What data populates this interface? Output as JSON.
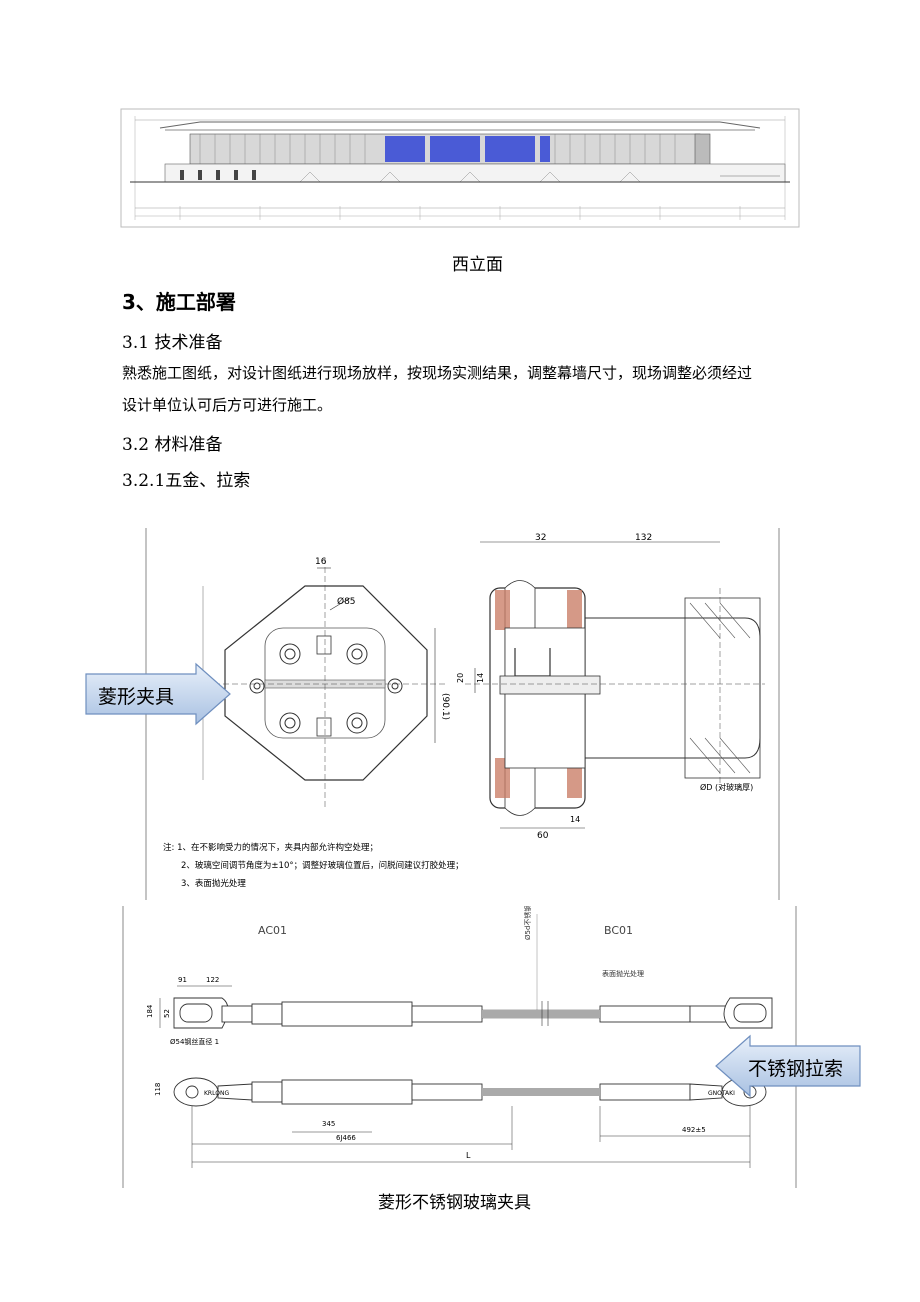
{
  "section1": {
    "caption": "西立面"
  },
  "section3": {
    "heading": "3、施工部署",
    "sub1": "3.1 技术准备",
    "para1_line1": "熟悉施工图纸，对设计图纸进行现场放样，按现场实测结果，调整幕墙尺寸，现场调整必须经过",
    "para1_line2": "设计单位认可后方可进行施工。",
    "sub2": "3.2 材料准备",
    "sub3": "3.2.1五金、拉索"
  },
  "drawing1": {
    "dims": {
      "d16": "16",
      "dia85": "Ø85",
      "d901": "(90.1)",
      "d32": "32",
      "d132": "132",
      "d20": "20",
      "d14a": "14",
      "d60": "60",
      "d14b": "14",
      "od": "ØD  (对玻璃厚)"
    },
    "notes": [
      "注: 1、在不影响受力的情况下，夹具内部允许构空处理；",
      "2、玻璃空间调节角度为±10°；调整好玻璃位置后，问脱间建议打胶处理；",
      "3、表面抛光处理"
    ],
    "callout": "菱形夹具"
  },
  "drawing2": {
    "label_ac": "AC01",
    "label_bc": "BC01",
    "vertical_note": "Ø5d不锈钢拉线1",
    "surface_note": "表面抛光处理",
    "dims": {
      "d91": "91",
      "d122": "122",
      "d184": "184",
      "d52": "52",
      "d_side": "118",
      "d_bolt": "Ø54钢丝直径 1",
      "d345": "345",
      "d6466": "6J466",
      "d492": "492±5",
      "dL": "L"
    },
    "logo_left": "KRLONG",
    "logo_right": "GNOTAKI",
    "callout": "不锈钢拉索"
  },
  "figure_caption": "菱形不锈钢玻璃夹具"
}
